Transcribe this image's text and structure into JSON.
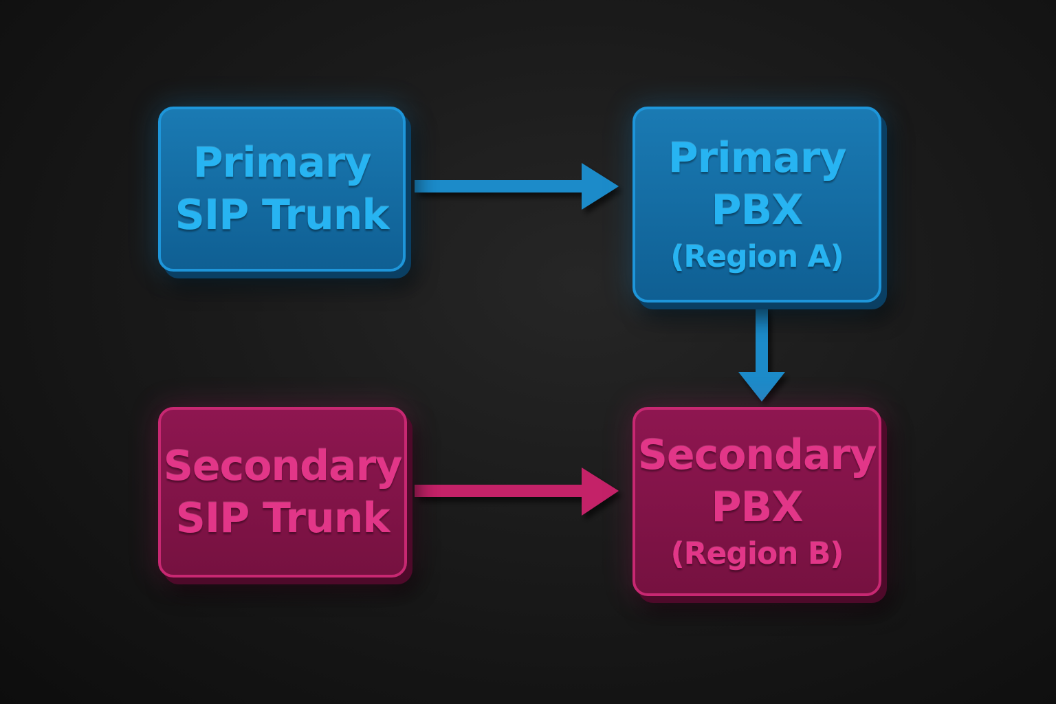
{
  "nodes": {
    "primary_trunk": {
      "line1": "Primary",
      "line2": "SIP Trunk"
    },
    "primary_pbx": {
      "line1": "Primary",
      "line2": "PBX",
      "line3": "(Region A)"
    },
    "secondary_trunk": {
      "line1": "Secondary",
      "line2": "SIP Trunk"
    },
    "secondary_pbx": {
      "line1": "Secondary",
      "line2": "PBX",
      "line3": "(Region B)"
    }
  },
  "colors": {
    "primary_fill": "#136ca4",
    "primary_border": "#1e96da",
    "primary_text": "#27b4f2",
    "secondary_fill": "#84144a",
    "secondary_border": "#c82872",
    "secondary_text": "#e23688",
    "background": "#1a1a1a"
  }
}
